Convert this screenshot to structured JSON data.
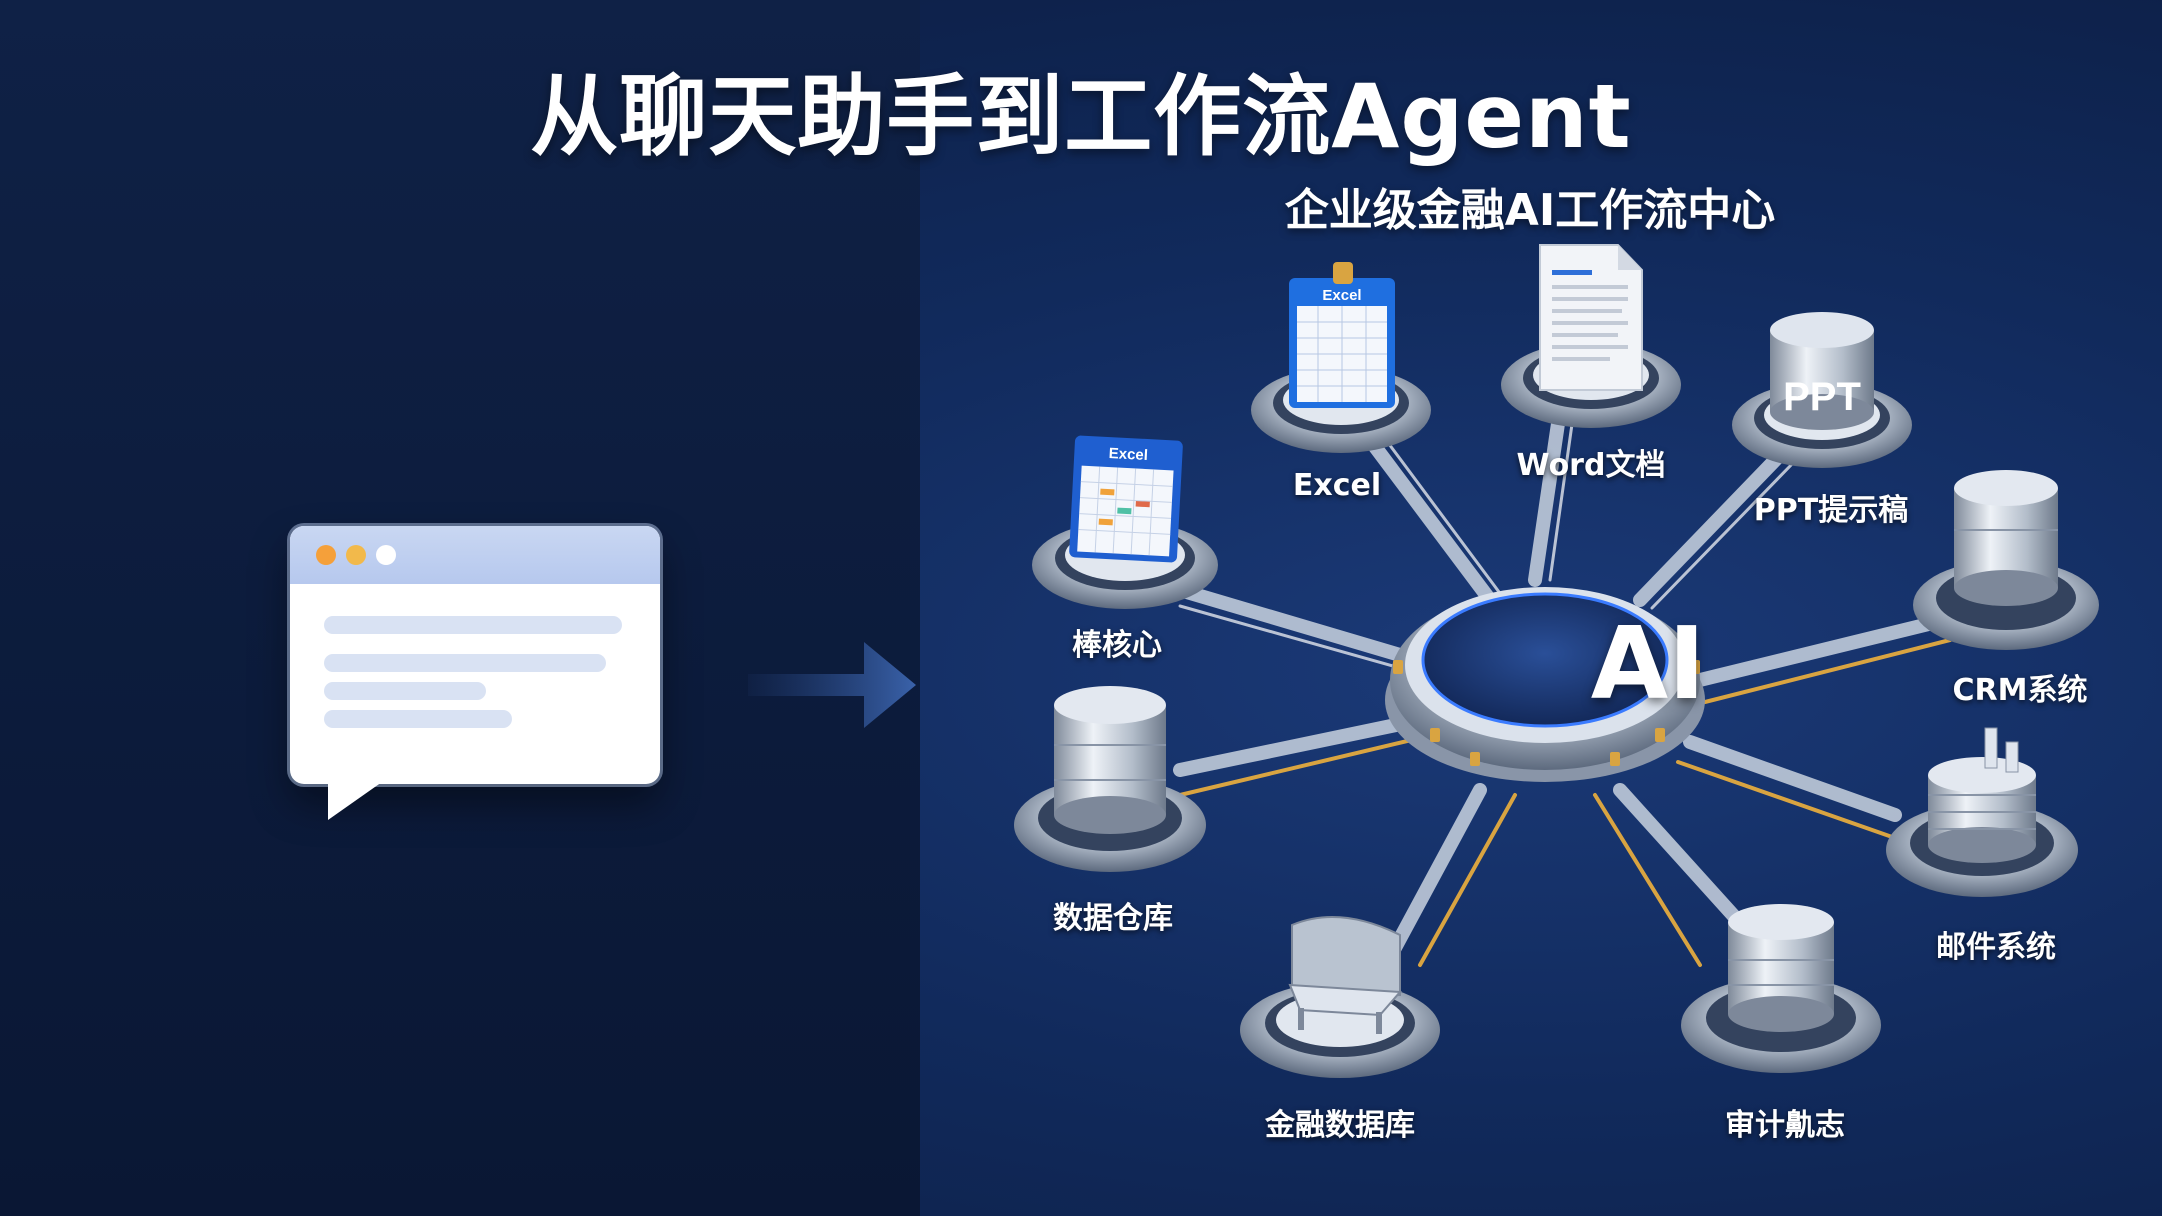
{
  "title": "从聊天助手到工作流Agent",
  "subtitle": "企业级金融AI工作流中心",
  "hub": {
    "label": "AI"
  },
  "icon_labels": {
    "excel": "Excel",
    "ppt": "PPT"
  },
  "nodes": [
    {
      "id": "risk-core",
      "label": "棒核心",
      "icon": "excel-calendar-icon"
    },
    {
      "id": "excel",
      "label": "Excel",
      "icon": "excel-clipboard-icon"
    },
    {
      "id": "word",
      "label": "Word文档",
      "icon": "word-document-icon"
    },
    {
      "id": "ppt",
      "label": "PPT提示稿",
      "icon": "ppt-cylinder-icon"
    },
    {
      "id": "crm",
      "label": "CRM系统",
      "icon": "database-cylinder-icon"
    },
    {
      "id": "mail",
      "label": "邮件系统",
      "icon": "mail-server-icon"
    },
    {
      "id": "audit",
      "label": "审计鼽志",
      "icon": "database-cylinder-icon"
    },
    {
      "id": "fin-db",
      "label": "金融数据库",
      "icon": "chair-icon"
    },
    {
      "id": "warehouse",
      "label": "数据仓库",
      "icon": "database-cylinder-icon"
    }
  ],
  "colors": {
    "background": "#112a5c",
    "hub": "#1c3a78",
    "accent_gold": "#d9a441",
    "connector": "#c9d3e0",
    "excel_blue": "#1f6fe0"
  }
}
